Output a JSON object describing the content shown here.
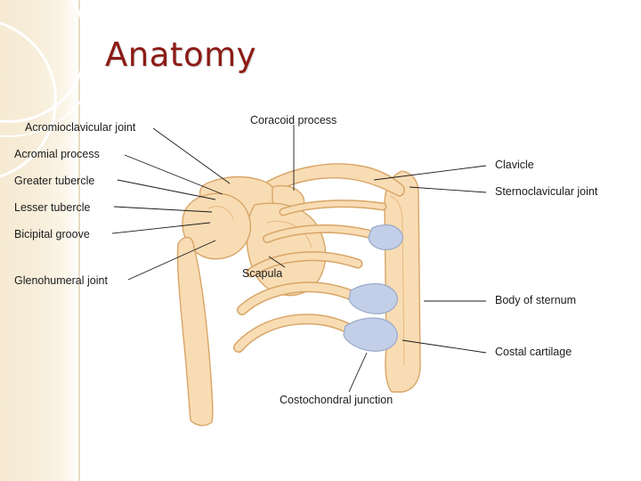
{
  "slide": {
    "title": "Anatomy",
    "title_color": "#8c1b16",
    "background": "#ffffff",
    "band_color": "#f6ead2"
  },
  "diagram": {
    "name": "shoulder-girdle-anatomy",
    "bone_fill": "#f8dcb4",
    "bone_stroke": "#d8a567",
    "cartilage_fill": "#c3cfe8",
    "cartilage_stroke": "#9aa9c9",
    "leader_color": "#1b1b1b",
    "labels": [
      {
        "id": "acromioclavicular-joint",
        "text": "Acromioclavicular joint"
      },
      {
        "id": "acromial-process",
        "text": "Acromial process"
      },
      {
        "id": "greater-tubercle",
        "text": "Greater tubercle"
      },
      {
        "id": "lesser-tubercle",
        "text": "Lesser tubercle"
      },
      {
        "id": "bicipital-groove",
        "text": "Bicipital groove"
      },
      {
        "id": "glenohumeral-joint",
        "text": "Glenohumeral joint"
      },
      {
        "id": "coracoid-process",
        "text": "Coracoid process"
      },
      {
        "id": "scapula",
        "text": "Scapula"
      },
      {
        "id": "clavicle",
        "text": "Clavicle"
      },
      {
        "id": "sternoclavicular-joint",
        "text": "Sternoclavicular joint"
      },
      {
        "id": "body-of-sternum",
        "text": "Body of sternum"
      },
      {
        "id": "costal-cartilage",
        "text": "Costal cartilage"
      },
      {
        "id": "costochondral-junction",
        "text": "Costochondral junction"
      }
    ]
  }
}
